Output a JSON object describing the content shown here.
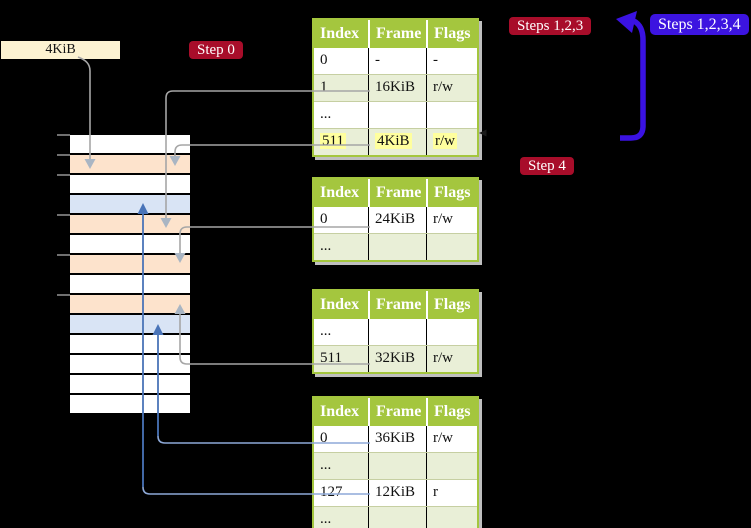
{
  "frame_box": {
    "label": "4KiB"
  },
  "step_labels": {
    "step0": {
      "text": "Step 0"
    },
    "steps123": {
      "text": "Steps 1,2,3"
    },
    "steps1234": {
      "text": "Steps 1,2,3,4"
    },
    "step4": {
      "text": "Step 4"
    }
  },
  "page_tables": {
    "headers": [
      "Index",
      "Frame",
      "Flags"
    ],
    "tables": [
      {
        "name": "page-table-1",
        "rows": [
          {
            "cells": [
              "0",
              "-",
              "-"
            ]
          },
          {
            "cells": [
              "1",
              "16KiB",
              "r/w"
            ]
          },
          {
            "cells": [
              "...",
              "",
              ""
            ]
          },
          {
            "cells": [
              "511",
              "4KiB",
              "r/w"
            ],
            "highlighted": true
          }
        ]
      },
      {
        "name": "page-table-2",
        "rows": [
          {
            "cells": [
              "0",
              "24KiB",
              "r/w"
            ]
          },
          {
            "cells": [
              "...",
              "",
              ""
            ]
          }
        ]
      },
      {
        "name": "page-table-3",
        "rows": [
          {
            "cells": [
              "...",
              "",
              ""
            ]
          },
          {
            "cells": [
              "511",
              "32KiB",
              "r/w"
            ]
          }
        ]
      },
      {
        "name": "page-table-4",
        "rows": [
          {
            "cells": [
              "0",
              "36KiB",
              "r/w"
            ]
          },
          {
            "cells": [
              "...",
              "",
              ""
            ]
          },
          {
            "cells": [
              "127",
              "12KiB",
              "r"
            ]
          },
          {
            "cells": [
              "...",
              "",
              ""
            ]
          }
        ]
      }
    ]
  },
  "memory_strip": {
    "row_colors": [
      "white",
      "peach",
      "white",
      "blue",
      "peach",
      "white",
      "peach",
      "white",
      "peach",
      "blue",
      "white",
      "white",
      "white",
      "white"
    ]
  },
  "colors": {
    "background": "#000000",
    "crimson_label": "#a80d2a",
    "blueviolet_label": "#3c14e0",
    "table_header_green": "#a4c63e",
    "table_shaded_row": "#e9efd7",
    "highlight_yellow": "#ffff9e",
    "strip_peach": "#fde3cc",
    "strip_blue": "#d9e4f5",
    "frame_box_cream": "#fdf3d2",
    "gray_arrow": "#a6a6a6",
    "gray_arrowhead": "#a9b5c3",
    "blue_arrow_dark": "#4a74b8",
    "blue_arrow_light": "#8ea9d8",
    "big_blue_arrow": "#3a12e2"
  }
}
